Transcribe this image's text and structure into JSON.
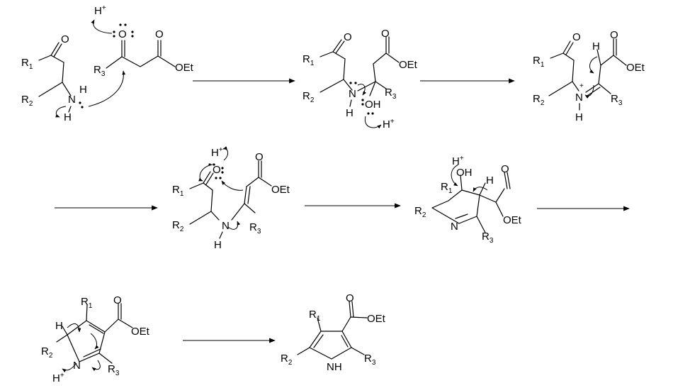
{
  "labels": {
    "hplus": "H",
    "plus": "+",
    "o": "O",
    "oh": "OH",
    "n": "N",
    "h": "H",
    "oet": "OEt",
    "r": "R",
    "n1": "1",
    "n2": "2",
    "n3": "3",
    "nplus": "+"
  }
}
